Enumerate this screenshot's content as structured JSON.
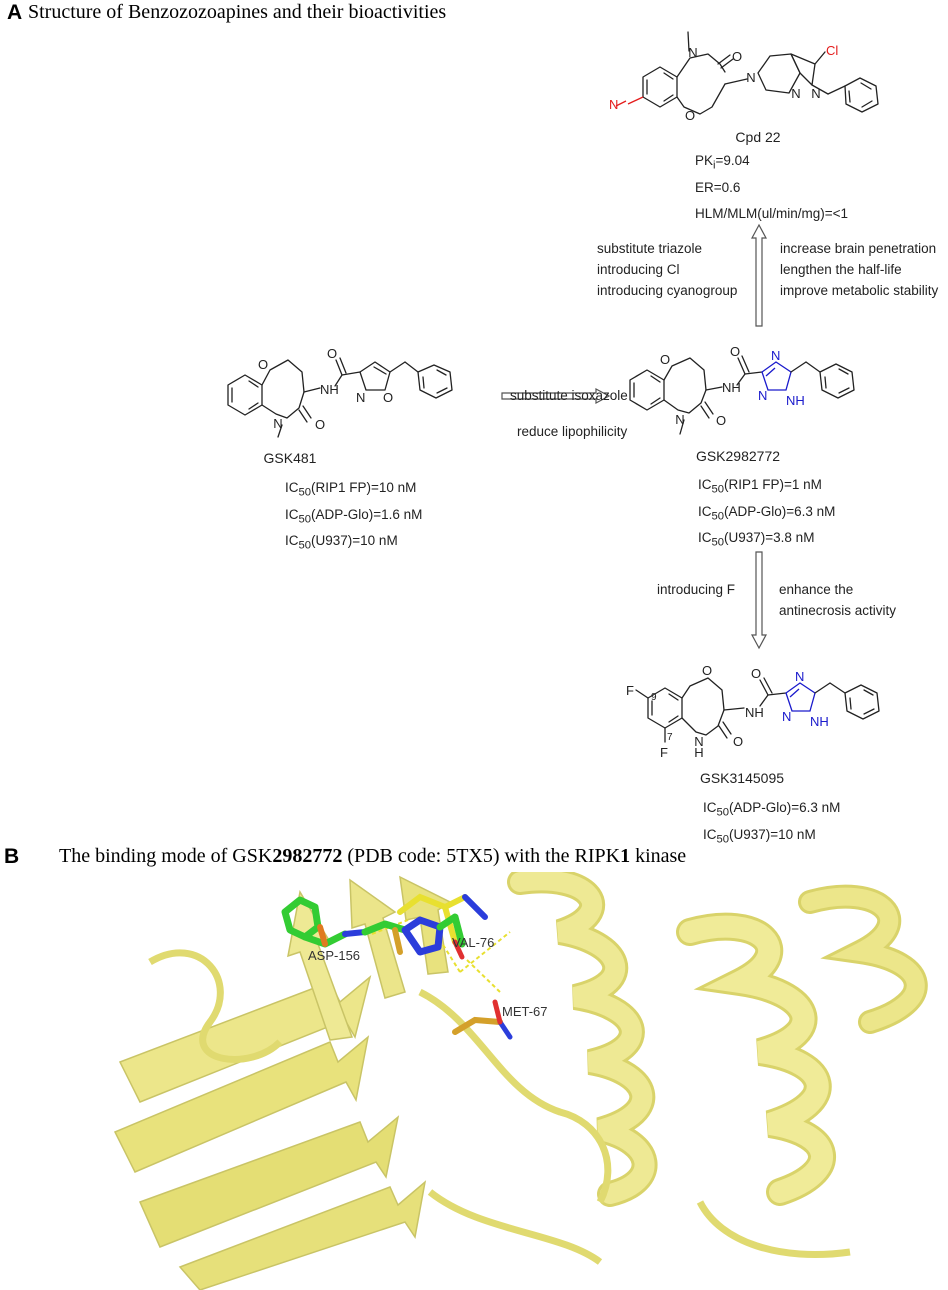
{
  "panelA": {
    "letter": "A",
    "title": "Structure of Benzozozoapines and their bioactivities",
    "compounds": [
      {
        "name": "GSK481",
        "acts": [
          {
            "pre": "IC",
            "sub": "50",
            "post": "(RIP1 FP)=10 nM"
          },
          {
            "pre": "IC",
            "sub": "50",
            "post": "(ADP-Glo)=1.6 nM"
          },
          {
            "pre": "IC",
            "sub": "50",
            "post": "(U937)=10 nM"
          }
        ]
      },
      {
        "name": "GSK2982772",
        "acts": [
          {
            "pre": "IC",
            "sub": "50",
            "post": "(RIP1 FP)=1 nM"
          },
          {
            "pre": "IC",
            "sub": "50",
            "post": "(ADP-Glo)=6.3 nM"
          },
          {
            "pre": "IC",
            "sub": "50",
            "post": "(U937)=3.8 nM"
          }
        ]
      },
      {
        "name": "Cpd 22",
        "acts": [
          {
            "pre": "PK",
            "sub": "i",
            "post": "=9.04"
          },
          {
            "pre": "ER=0.6",
            "sub": "",
            "post": ""
          },
          {
            "pre": "HLM/MLM(ul/min/mg)=<1",
            "sub": "",
            "post": ""
          }
        ]
      },
      {
        "name": "GSK3145095",
        "acts": [
          {
            "pre": "IC",
            "sub": "50",
            "post": "(ADP-Glo)=6.3 nM"
          },
          {
            "pre": "IC",
            "sub": "50",
            "post": "(U937)=10 nM"
          }
        ]
      }
    ],
    "steps": {
      "step1": {
        "top": "substitute isoxazole",
        "bottom": "reduce lipophilicity"
      },
      "step2": {
        "left": [
          "substitute triazole",
          "introducing Cl",
          "introducing cyanogroup"
        ],
        "right": [
          "increase brain penetration",
          "lengthen the half-life",
          "improve metabolic stability"
        ]
      },
      "step3": {
        "left": [
          "introducing F"
        ],
        "right": [
          "enhance the",
          "antinecrosis activity"
        ]
      }
    },
    "atoms": {
      "O": "O",
      "N": "N",
      "NH": "NH",
      "H": "H",
      "Cl": "Cl",
      "F": "F",
      "pos9": "9",
      "pos7": "7"
    },
    "atom_colors": {
      "default": "#222222",
      "triazole": "#1a1acc",
      "cyano": "#e41b1b",
      "chloro": "#e41b1b"
    }
  },
  "panelB": {
    "letter": "B",
    "title_parts": [
      "The binding mode of GSK",
      "2982772",
      " (PDB code: 5TX5) with the RIPK",
      "1",
      " kinase"
    ],
    "residues": [
      "VAL-76",
      "ASP-156",
      "MET-67"
    ],
    "colors": {
      "protein": "#e6e07a",
      "ligand_carbon": "#33cc33",
      "nitrogen": "#2b3ddb",
      "oxygen": "#e03030",
      "residue_carbon": "#e8e030",
      "sulfur": "#d4a02a",
      "hbond": "#e8e030"
    }
  }
}
